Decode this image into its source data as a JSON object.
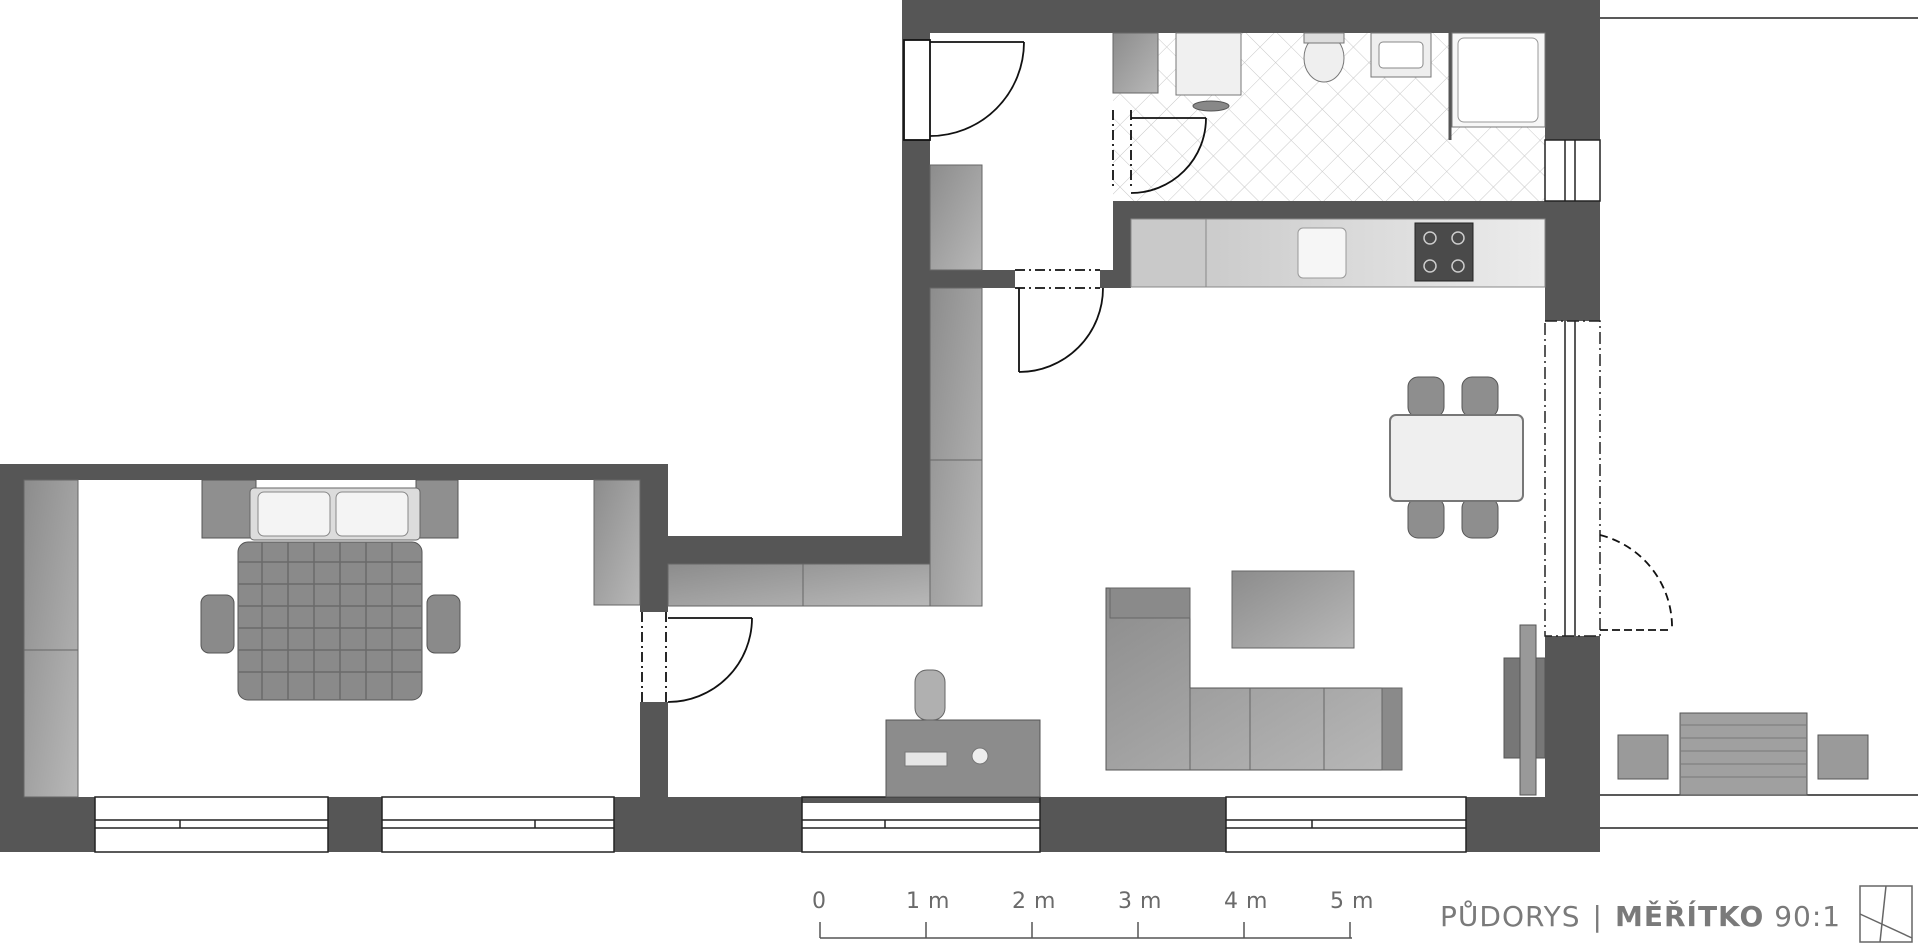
{
  "plan": {
    "title": "PŮDORYS",
    "separator": "|",
    "scale_word": "MĚŘÍTKO",
    "scale_value": "90:1"
  },
  "scale_bar": {
    "ticks": [
      "0",
      "1 m",
      "2 m",
      "3 m",
      "4 m",
      "5 m"
    ]
  },
  "colors": {
    "wall": "#555555",
    "furniture": "#9a9a9a",
    "furniture_light": "#cfcfcf",
    "line": "#111111"
  },
  "icons": {
    "north": "north-arrow-icon"
  }
}
